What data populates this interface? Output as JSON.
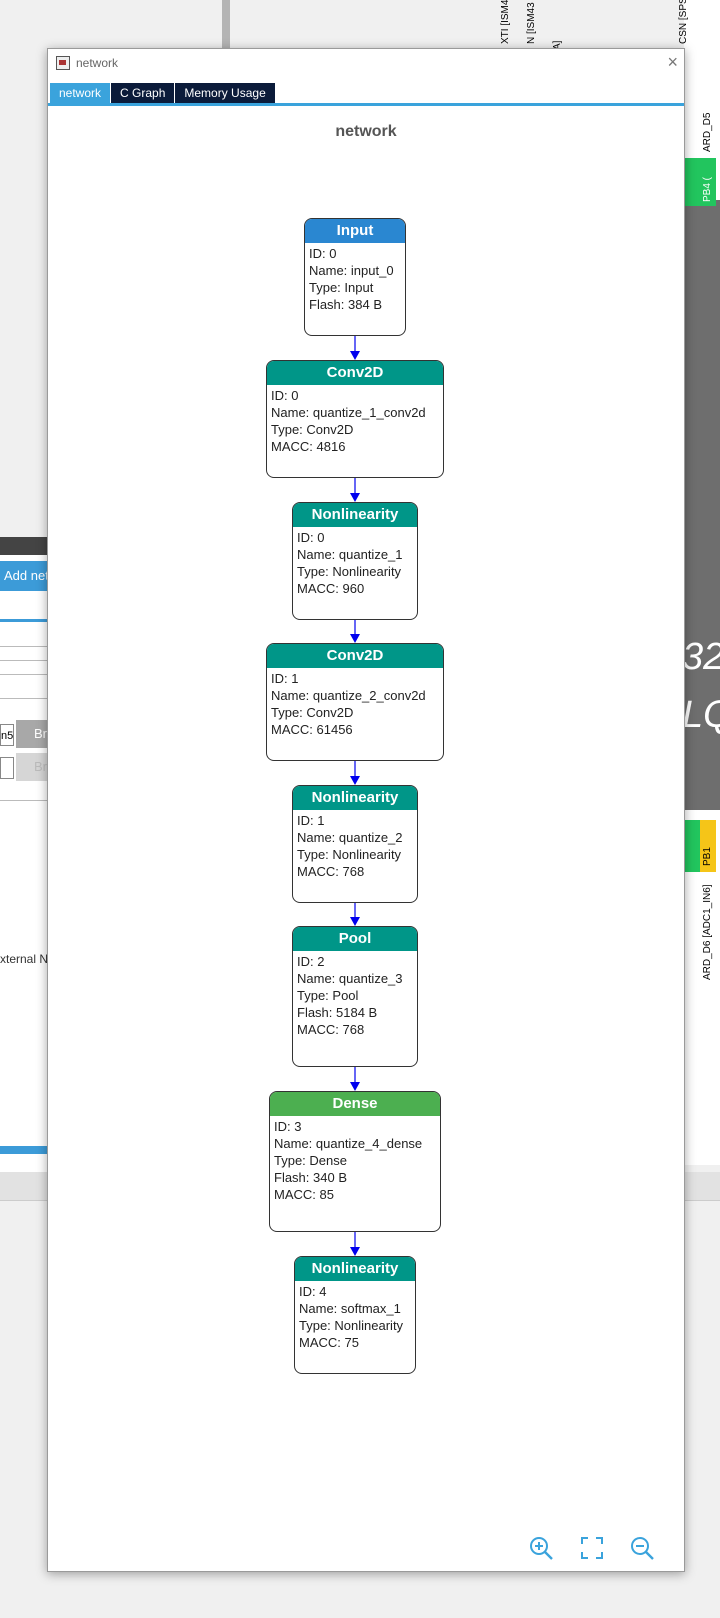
{
  "dialog": {
    "title": "network",
    "close_glyph": "×",
    "tabs": [
      {
        "label": "network",
        "active": true
      },
      {
        "label": "C Graph",
        "active": false
      },
      {
        "label": "Memory Usage",
        "active": false
      }
    ],
    "graph_title": "network"
  },
  "colors": {
    "input": "#2a87d1",
    "teal": "#009688",
    "green": "#4caf50",
    "edge": "#0000ee",
    "tab_active": "#3aa3dc",
    "tab": "#0b1b3a"
  },
  "nodes": [
    {
      "header": "Input",
      "color": "input",
      "lines": [
        "ID: 0",
        "Name: input_0",
        "Type: Input",
        "Flash: 384 B"
      ]
    },
    {
      "header": "Conv2D",
      "color": "teal",
      "lines": [
        "ID: 0",
        "Name: quantize_1_conv2d",
        "Type: Conv2D",
        "MACC: 4816"
      ]
    },
    {
      "header": "Nonlinearity",
      "color": "teal",
      "lines": [
        "ID: 0",
        "Name: quantize_1",
        "Type: Nonlinearity",
        "MACC: 960"
      ]
    },
    {
      "header": "Conv2D",
      "color": "teal",
      "lines": [
        "ID: 1",
        "Name: quantize_2_conv2d",
        "Type: Conv2D",
        "MACC: 61456"
      ]
    },
    {
      "header": "Nonlinearity",
      "color": "teal",
      "lines": [
        "ID: 1",
        "Name: quantize_2",
        "Type: Nonlinearity",
        "MACC: 768"
      ]
    },
    {
      "header": "Pool",
      "color": "teal",
      "lines": [
        "ID: 2",
        "Name: quantize_3",
        "Type: Pool",
        "Flash: 5184 B",
        "MACC: 768"
      ]
    },
    {
      "header": "Dense",
      "color": "green",
      "lines": [
        "ID: 3",
        "Name: quantize_4_dense",
        "Type: Dense",
        "Flash: 340 B",
        "MACC: 85"
      ]
    },
    {
      "header": "Nonlinearity",
      "color": "teal",
      "lines": [
        "ID: 4",
        "Name: softmax_1",
        "Type: Nonlinearity",
        "MACC: 75"
      ]
    }
  ],
  "zoom_controls": [
    "zoom-in-icon",
    "fit-screen-icon",
    "zoom-out-icon"
  ],
  "background": {
    "add_network_label": "Add net",
    "browse_label": "Br",
    "input_value": "n5",
    "external_label": "xternal N",
    "chip_text_1": "32",
    "chip_text_2": "LQ",
    "vertical_labels": [
      "XTI [ISM4",
      "N [ISM43",
      "A]",
      "]"
    ],
    "pin_labels_top": [
      "PB4 (",
      "ARD_D5"
    ],
    "pin_labels_bottom": [
      "PB1",
      "ARD_D6 [ADC1_IN6]"
    ],
    "right_top_label": "CSN [SPS"
  }
}
